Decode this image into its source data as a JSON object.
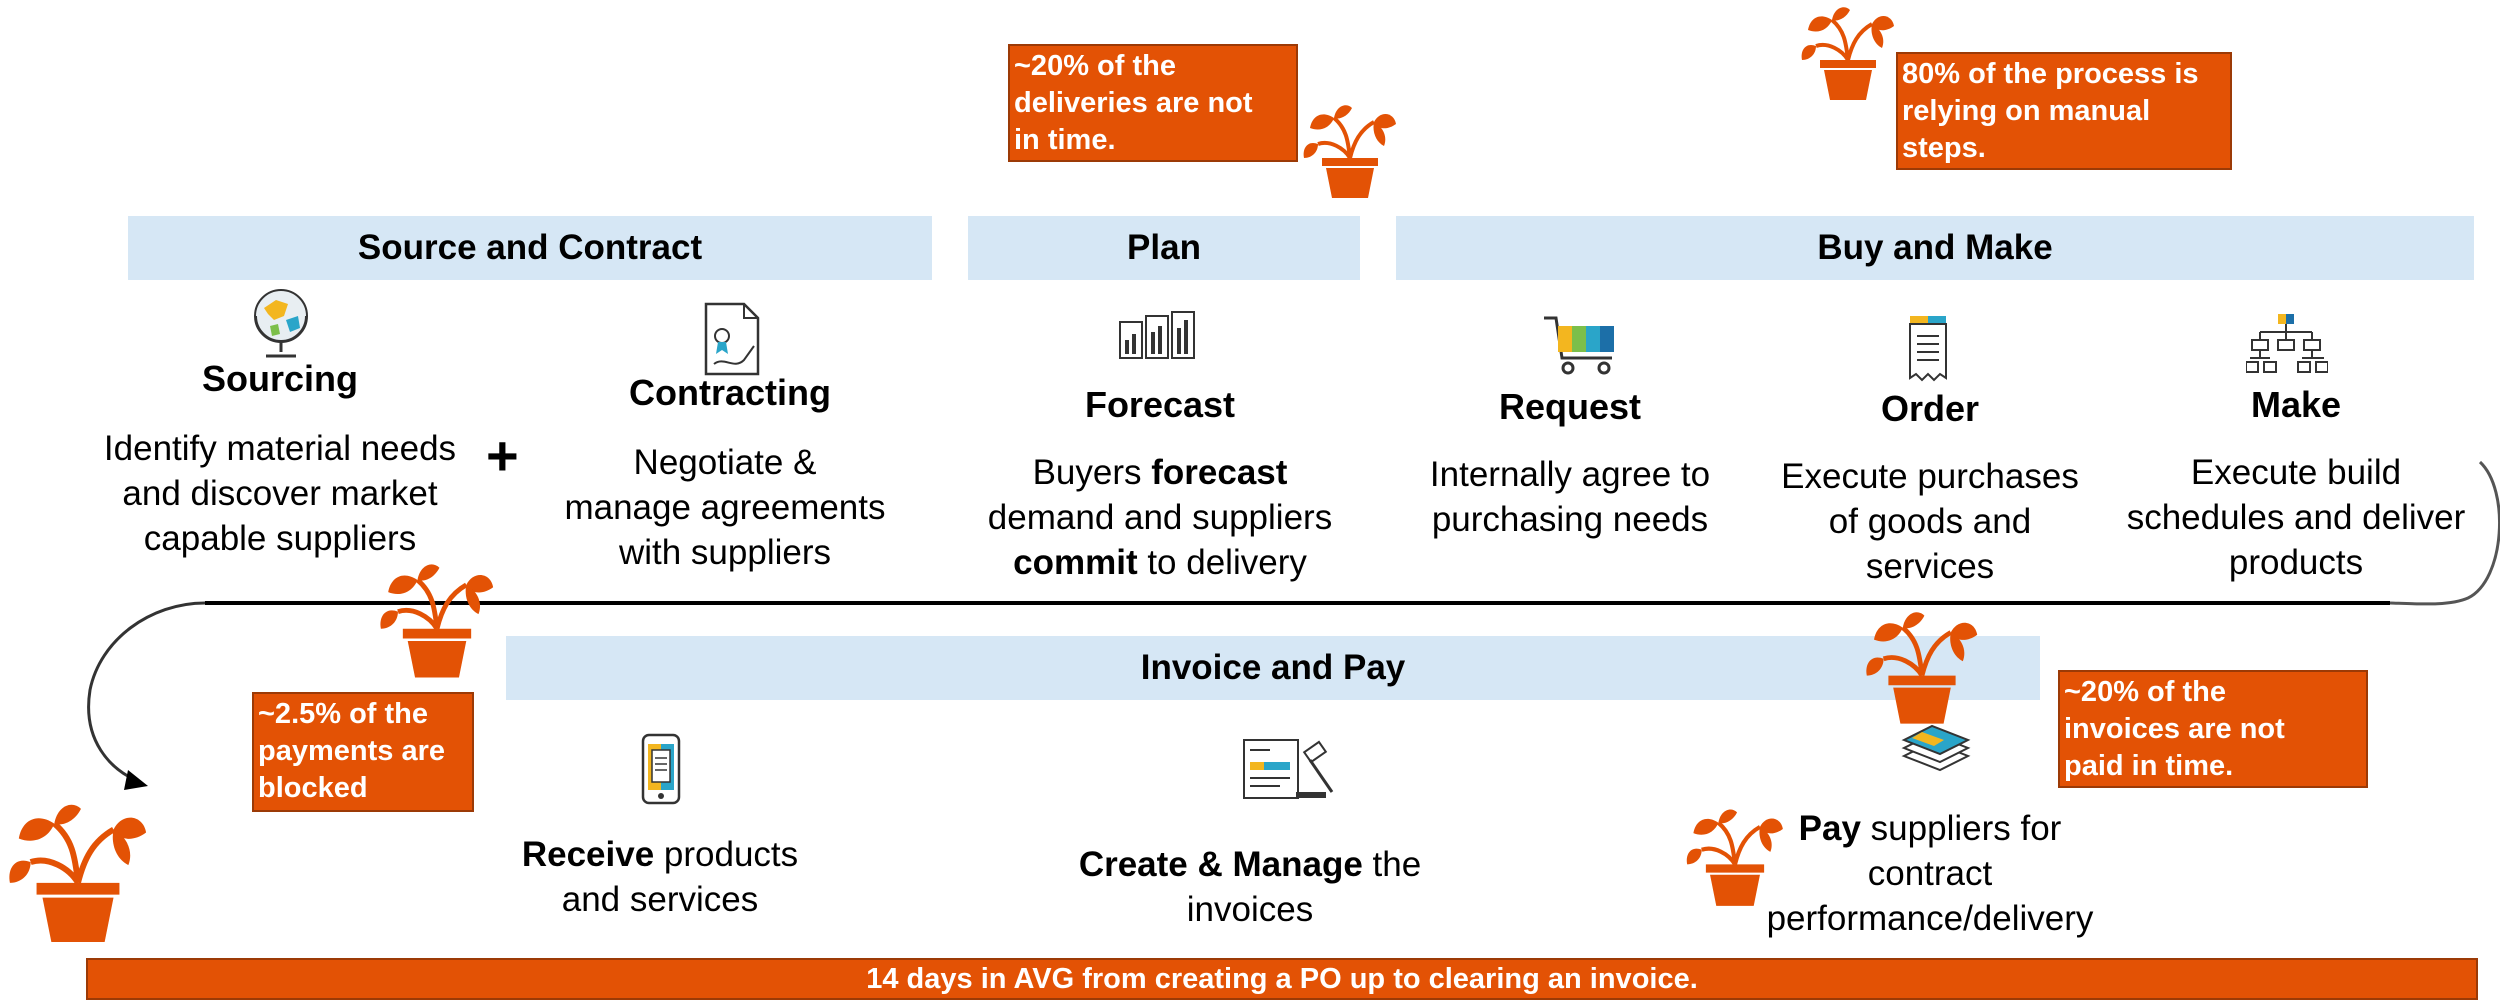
{
  "stages": {
    "source_contract": "Source and Contract",
    "plan": "Plan",
    "buy_make": "Buy and Make",
    "invoice_pay": "Invoice and Pay"
  },
  "steps": {
    "sourcing": {
      "title": "Sourcing",
      "desc": [
        "Identify material needs",
        "and discover market",
        "capable suppliers"
      ]
    },
    "contracting": {
      "title": "Contracting",
      "desc": [
        "Negotiate &",
        "manage agreements",
        "with suppliers"
      ]
    },
    "forecast": {
      "title": "Forecast",
      "desc_pre": "Buyers ",
      "desc_bold1": "forecast",
      "desc_line2": "demand and suppliers",
      "desc_bold2": "commit",
      "desc_post": " to delivery"
    },
    "request": {
      "title": "Request",
      "desc": [
        "Internally agree to",
        "purchasing needs"
      ]
    },
    "order": {
      "title": "Order",
      "desc": [
        "Execute purchases",
        "of goods and",
        "services"
      ]
    },
    "make": {
      "title": "Make",
      "desc": [
        "Execute build",
        "schedules and deliver",
        "products"
      ]
    },
    "receive": {
      "bold": "Receive",
      "rest": " products",
      "line2": "and services"
    },
    "create_manage": {
      "bold": "Create & Manage",
      "rest": " the",
      "line2": "invoices"
    },
    "pay": {
      "bold": "Pay",
      "rest": " suppliers for",
      "line2": "contract",
      "line3": "performance/delivery"
    }
  },
  "callouts": {
    "deliveries": [
      "~20% of the",
      "deliveries are not",
      "in time."
    ],
    "manual": [
      "80% of the process is",
      "relying on manual",
      "steps."
    ],
    "payments": [
      "~2.5% of the",
      "payments are",
      "blocked"
    ],
    "invoices": [
      "~20% of the",
      "invoices are not",
      "paid in time."
    ]
  },
  "plus_sign": "+",
  "footer": "14 days in AVG from creating a PO up to clearing an invoice.",
  "colors": {
    "accent": "#e35205",
    "band": "#d6e7f5"
  },
  "icons": [
    "wilting-plant-icon",
    "globe-icon",
    "contract-icon",
    "forecast-chart-icon",
    "shopping-cart-icon",
    "receipt-icon",
    "org-chart-icon",
    "mobile-phone-icon",
    "invoice-gavel-icon",
    "cash-stack-icon"
  ]
}
